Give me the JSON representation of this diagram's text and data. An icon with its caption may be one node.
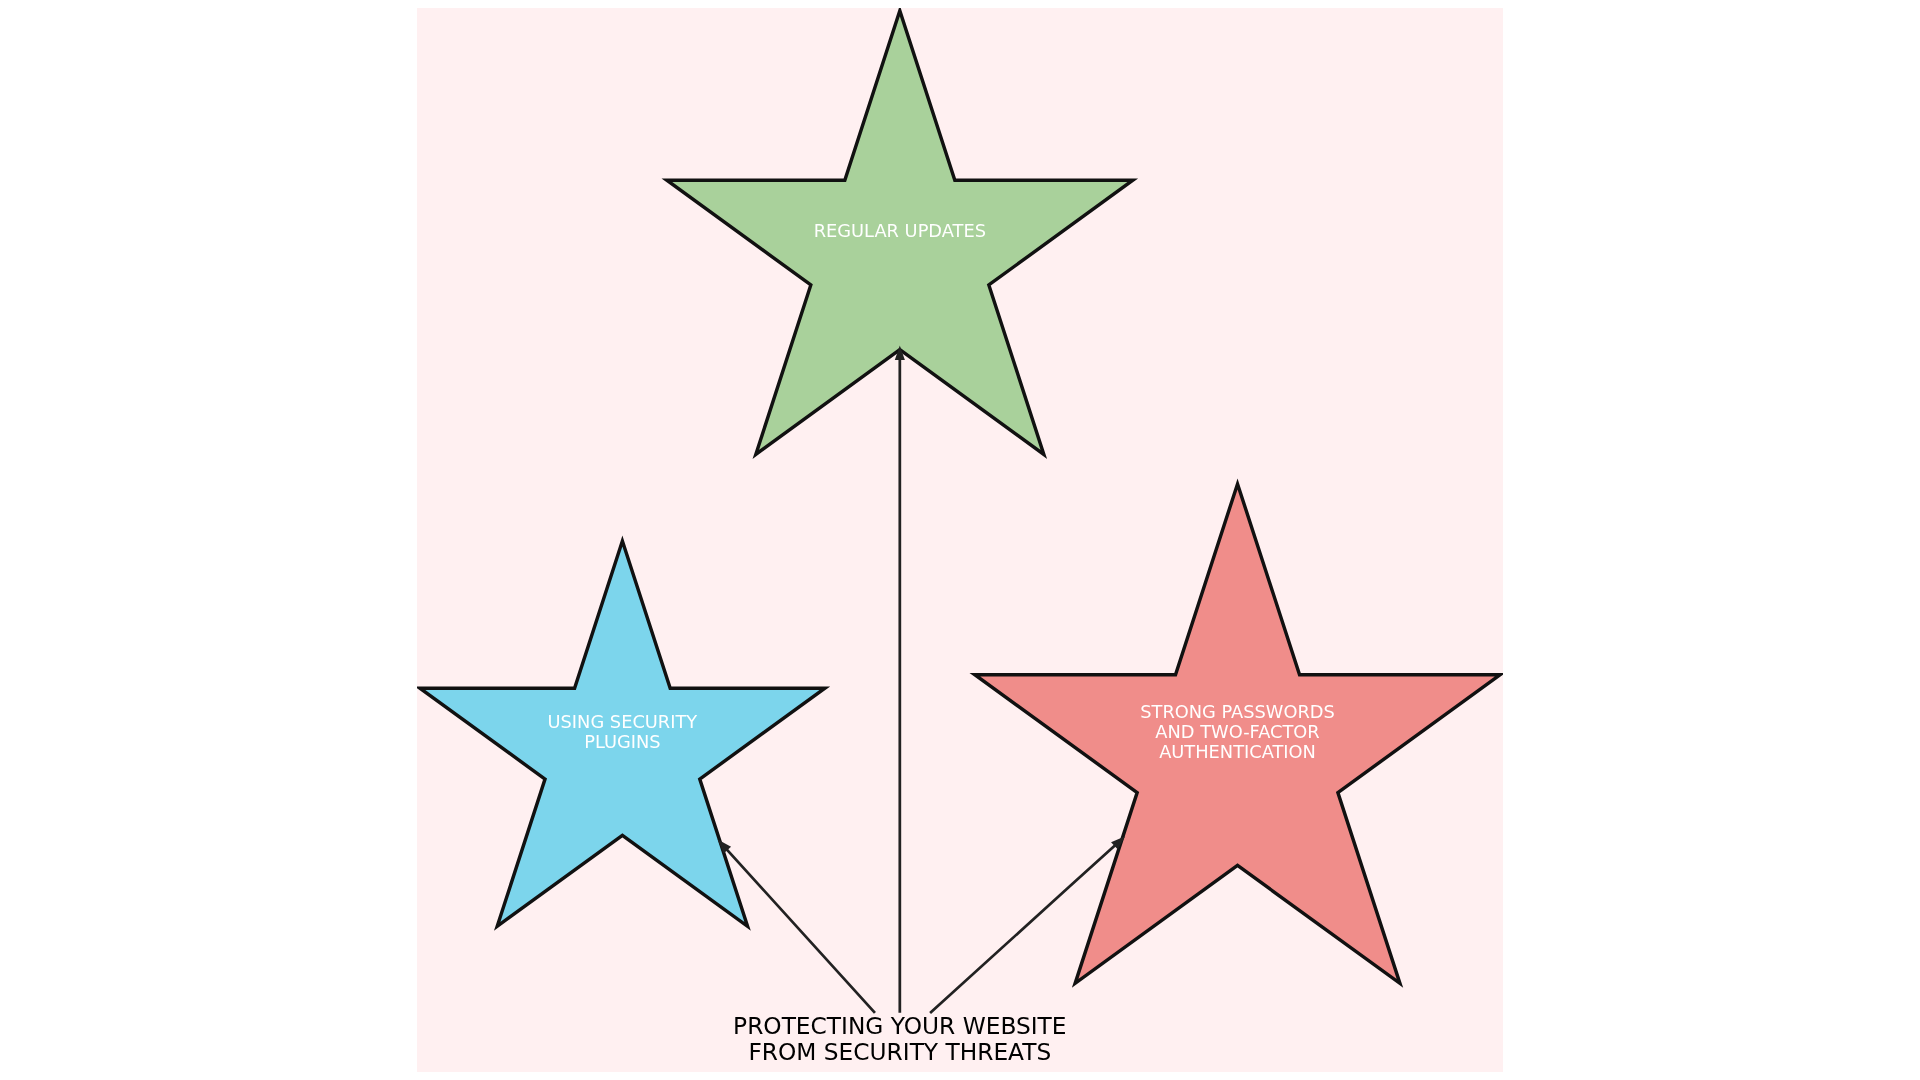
{
  "diagram": {
    "nodes": [
      {
        "text": [
          "REGULAR UPDATES"
        ]
      },
      {
        "text": [
          "USING SECURITY PLUGINS"
        ]
      },
      {
        "text": [
          "STRONG PASSWORDS AND TWO-FACTOR AUTHENTICATION"
        ]
      },
      {
        "text": [
          "PROTECTING YOUR WEBSITE FROM SECURITY THREATS"
        ]
      }
    ],
    "edges": [
      {
        "from": 3,
        "to": 1,
        "arrow": "to"
      },
      {
        "from": 3,
        "to": 0,
        "arrow": "to"
      },
      {
        "from": 3,
        "to": 2,
        "arrow": "to"
      }
    ]
  }
}
